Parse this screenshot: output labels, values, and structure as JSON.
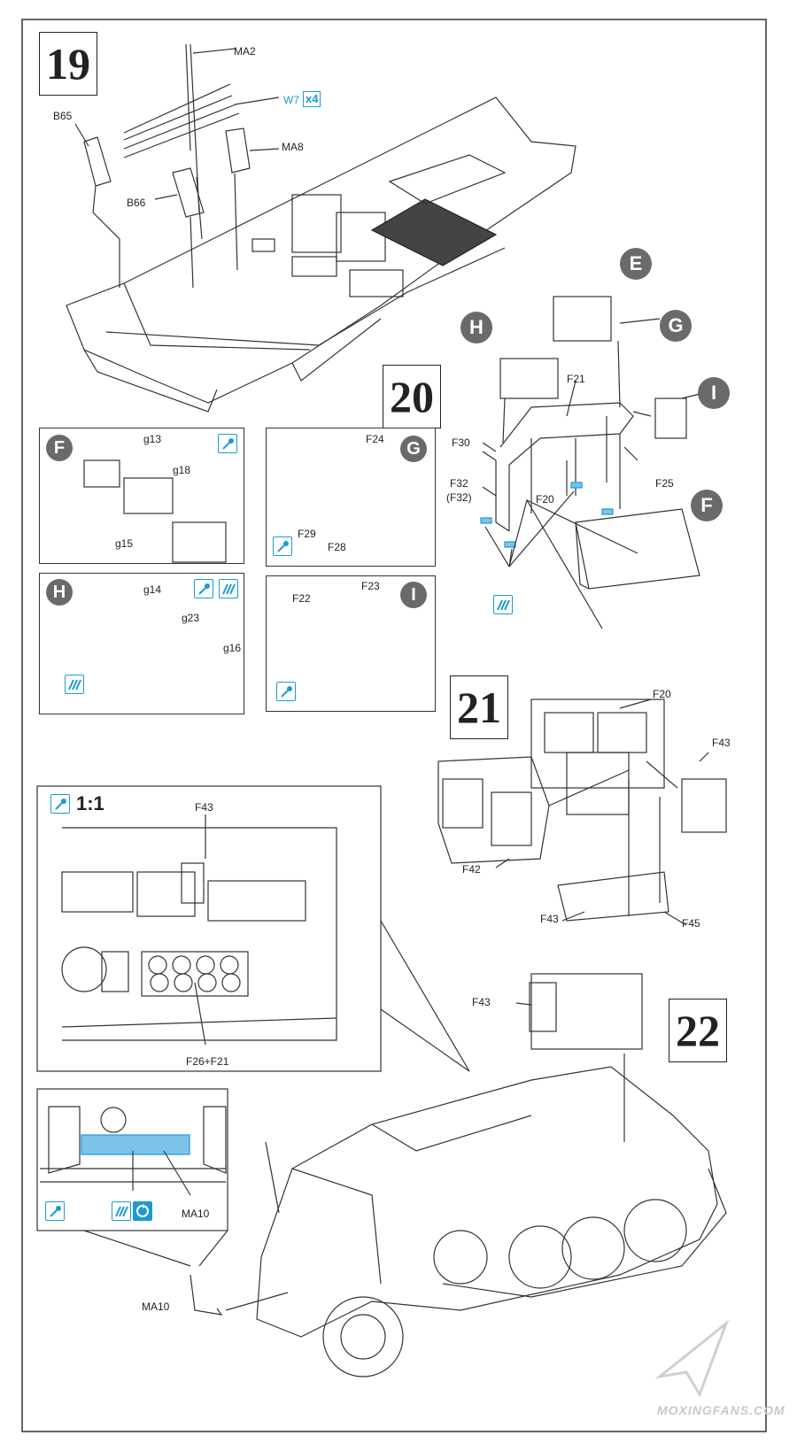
{
  "steps": {
    "s19": "19",
    "s20": "20",
    "s21": "21",
    "s22": "22"
  },
  "step19_labels": {
    "ma2": "MA2",
    "w7": "W7",
    "x4": "x4",
    "b65": "B65",
    "ma8": "MA8",
    "b66": "B66"
  },
  "step20_labels": {
    "e": "E",
    "g": "G",
    "h": "H",
    "i": "I",
    "f": "F",
    "f21": "F21",
    "f30": "F30",
    "f32": "F32",
    "f32b": "(F32)",
    "f20": "F20",
    "f25": "F25"
  },
  "subassemblies": {
    "f": {
      "letter": "F",
      "p1": "g13",
      "p2": "g18",
      "p3": "g15"
    },
    "g": {
      "letter": "G",
      "p1": "F24",
      "p2": "F29",
      "p3": "F28"
    },
    "h": {
      "letter": "H",
      "p1": "g14",
      "p2": "g23",
      "p3": "g16"
    },
    "i": {
      "letter": "I",
      "p1": "F22",
      "p2": "F23"
    }
  },
  "step21_labels": {
    "f20": "F20",
    "f43a": "F43",
    "f42": "F42",
    "f43b": "F43",
    "f45": "F45"
  },
  "detail": {
    "scale": "1:1",
    "f43": "F43",
    "f26f21": "F26+F21",
    "ma10": "MA10"
  },
  "step22_labels": {
    "f43": "F43",
    "ma10": "MA10"
  },
  "watermark": "MOXINGFANS.COM",
  "colors": {
    "accent_blue": "#1d9ad6",
    "badge_gray": "#6a6a6a",
    "line": "#333333"
  },
  "icons": [
    "paint-icon",
    "glue-icon",
    "rotate-icon"
  ]
}
